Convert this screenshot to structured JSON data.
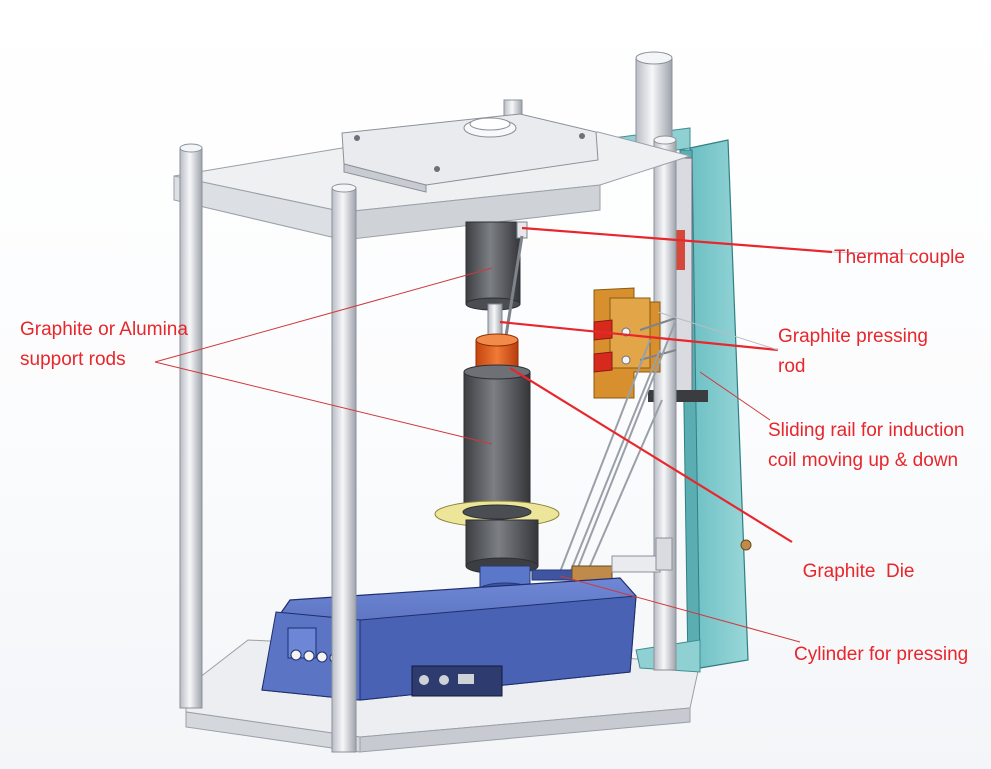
{
  "colors": {
    "label_text": "#e8262b",
    "pointer_line": "#e8262b",
    "frame_steel": "#e4e6ea",
    "rail_panel": "#7ec9cc",
    "base_box": "#4f6abf",
    "graphite": "#5f6266",
    "die_orange": "#e2561d",
    "bracket_gold": "#d7902d",
    "washer_yellow": "#ece59a"
  },
  "labels": {
    "thermal_couple": "Thermal couple",
    "support_rods_line1": "Graphite or Alumina",
    "support_rods_line2": "support rods",
    "pressing_rod_line1": "Graphite pressing",
    "pressing_rod_line2": "rod",
    "sliding_rail_line1": "Sliding rail for induction",
    "sliding_rail_line2": "coil moving up & down",
    "graphite_die": "Graphite  Die",
    "cylinder": "Cylinder for pressing"
  }
}
